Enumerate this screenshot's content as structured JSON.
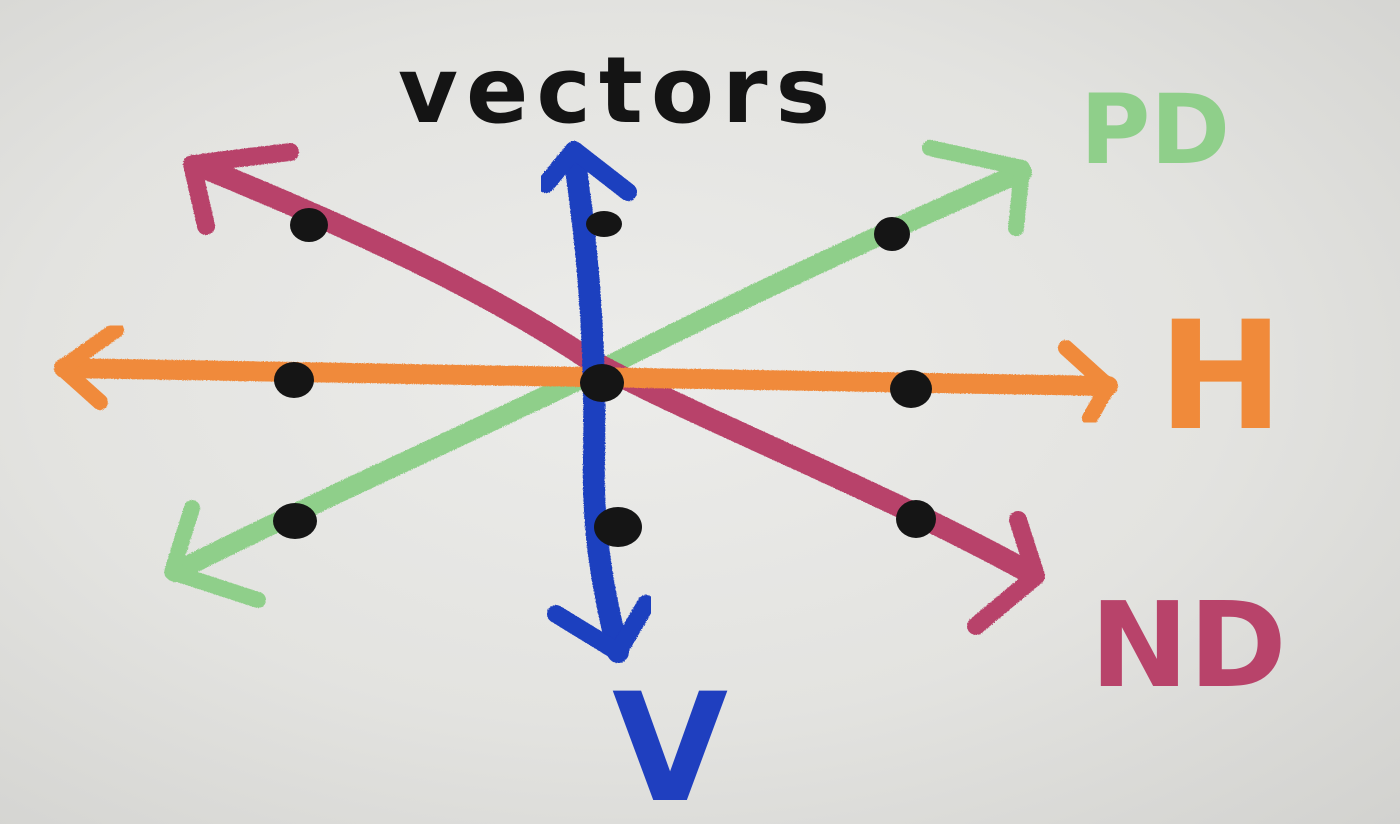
{
  "title": "vectors",
  "axes": [
    {
      "key": "horizontal",
      "label": "H",
      "color": "#f08a3a"
    },
    {
      "key": "vertical",
      "label": "V",
      "color": "#1f3fbf"
    },
    {
      "key": "positive-diagonal",
      "label": "PD",
      "color": "#8fcf8a"
    },
    {
      "key": "negative-diagonal",
      "label": "ND",
      "color": "#b8436a"
    }
  ],
  "dot_color": "#151515",
  "ink_color": "#141414"
}
